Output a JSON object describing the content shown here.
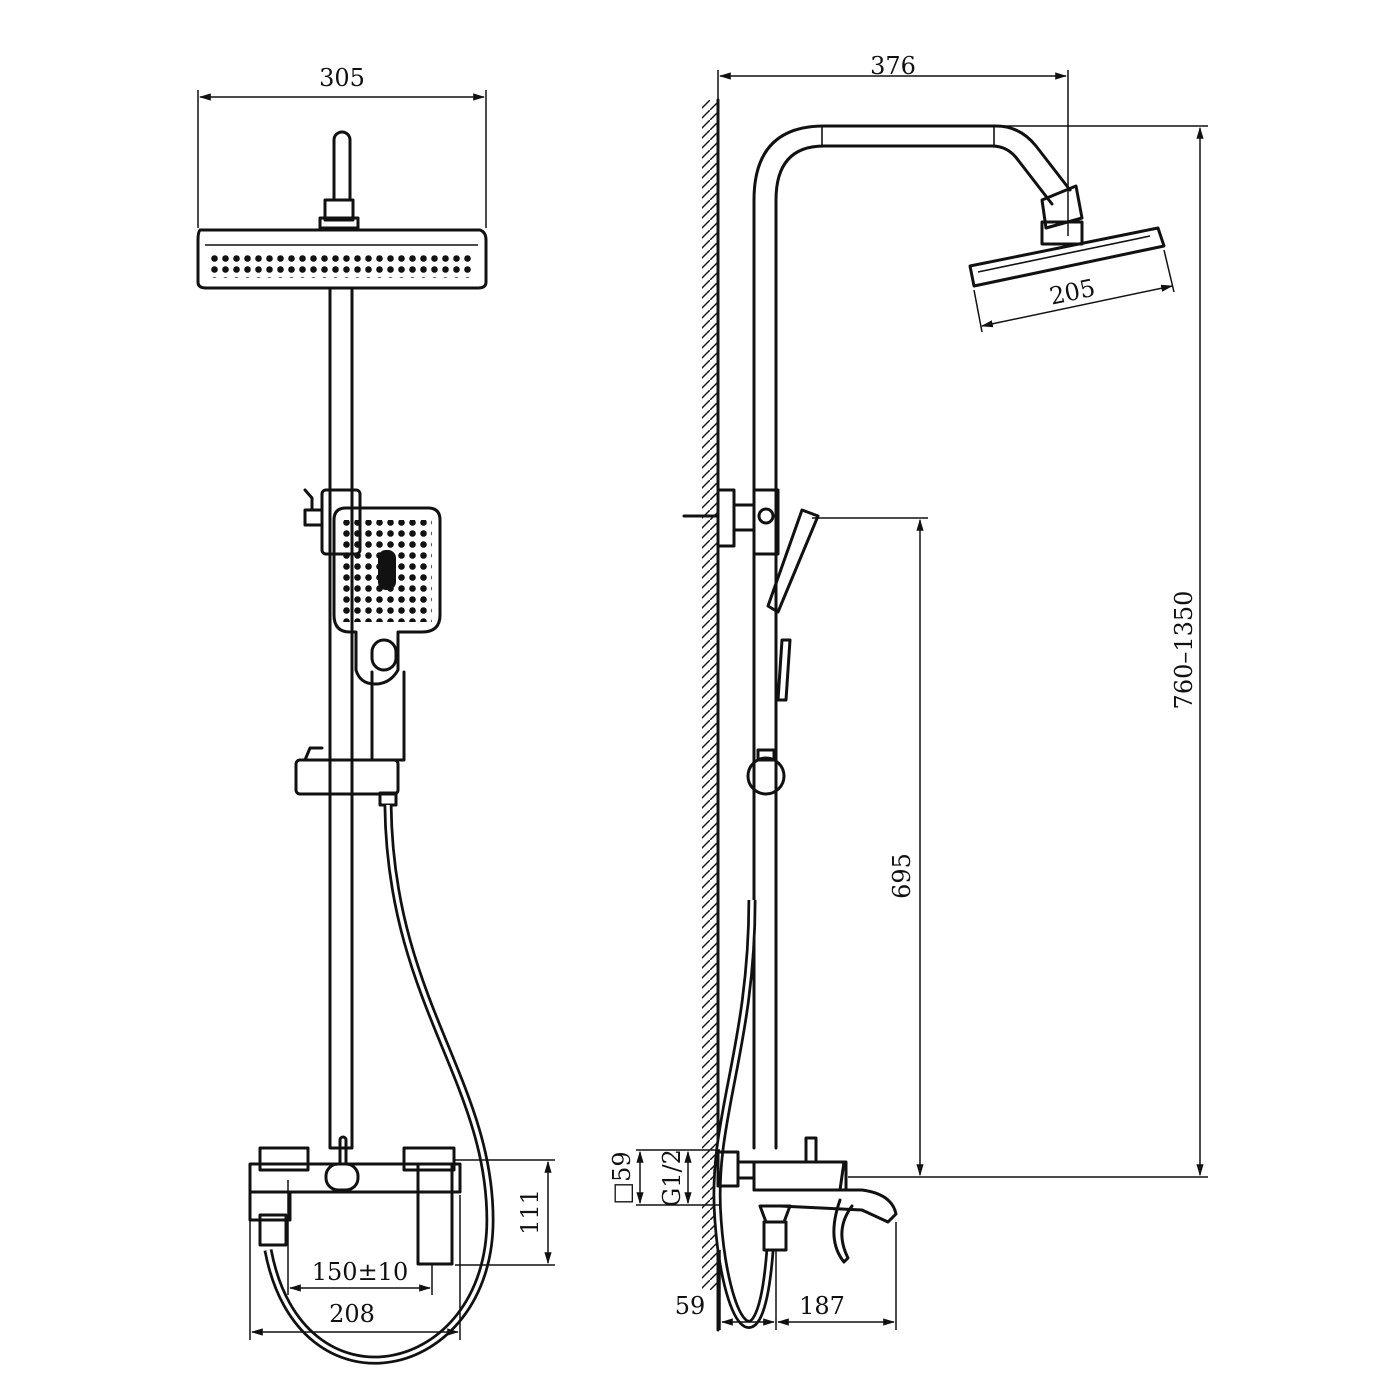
{
  "dimensions": {
    "front_head_width": "305",
    "side_projection": "376",
    "side_head_width": "205",
    "height_range": "760–1350",
    "handshower_height": "695",
    "mixer_height": "111",
    "inlet_spacing": "150±10",
    "mixer_width": "208",
    "wall_block": "□59",
    "thread": "G1/2",
    "wall_offset": "59",
    "spout_reach": "187"
  },
  "colors": {
    "line": "#111111",
    "background": "#ffffff"
  }
}
